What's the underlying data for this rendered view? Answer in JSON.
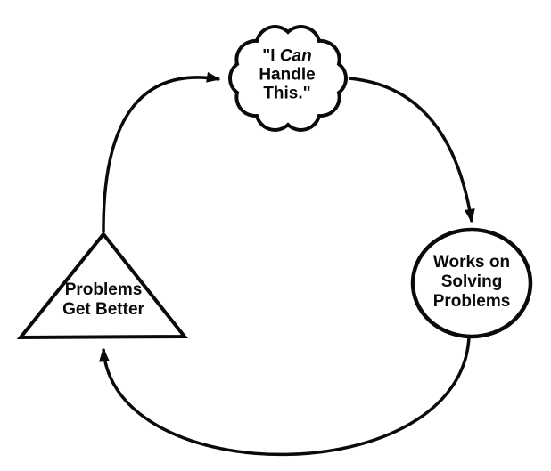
{
  "diagram": {
    "title": "coping-cycle-diagram",
    "background_color": "#ffffff",
    "ink_color": "#0a0a0a",
    "nodes": {
      "cloud": {
        "shape": "cloud",
        "line1_prefix": "\"I ",
        "line1_italic": "Can",
        "line2": "Handle",
        "line3": "This.\""
      },
      "circle": {
        "shape": "circle",
        "line1": "Works on",
        "line2": "Solving",
        "line3": "Problems"
      },
      "triangle": {
        "shape": "triangle",
        "line1": "Problems",
        "line2": "Get Better"
      }
    },
    "arrows": [
      {
        "from": "triangle",
        "to": "cloud",
        "direction": "up-right"
      },
      {
        "from": "cloud",
        "to": "circle",
        "direction": "down-right"
      },
      {
        "from": "circle",
        "to": "triangle",
        "direction": "down-left-up"
      }
    ]
  }
}
